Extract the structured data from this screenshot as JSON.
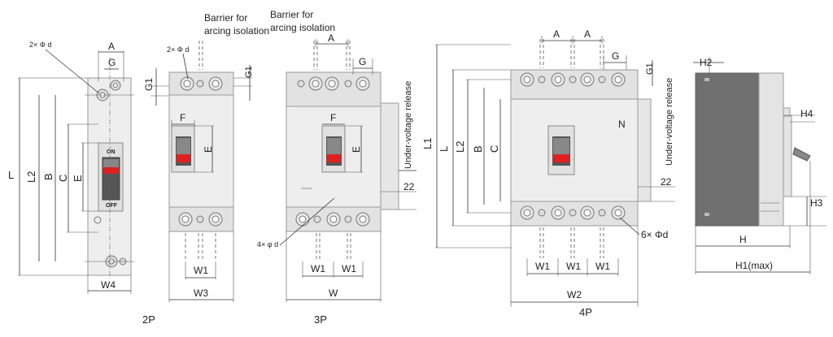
{
  "labels": {
    "A": "A",
    "G": "G",
    "G1": "G1",
    "L": "L",
    "L1": "L1",
    "L2": "L2",
    "B": "B",
    "C": "C",
    "E": "E",
    "F": "F",
    "W": "W",
    "W1": "W1",
    "W2": "W2",
    "W3": "W3",
    "W4": "W4",
    "H": "H",
    "H1max": "H1(max)",
    "H2": "H2",
    "H3": "H3",
    "H4": "H4",
    "N": "N",
    "dim22": "22",
    "hole2": "2× Φ d",
    "hole4": "4× φ d",
    "hole6": "6× Φd",
    "barrier1": "Barrier for",
    "barrier2": "arcing isolation",
    "uvr": "Under-voltage release",
    "on": "ON",
    "off": "OFF",
    "cap2p": "2P",
    "cap3p": "3P",
    "cap4p": "4P"
  },
  "colors": {
    "body": "#e6e6e6",
    "side": "#707070",
    "handle_red": "#e02020",
    "handle_dark": "#555555",
    "lines": "#333333"
  }
}
